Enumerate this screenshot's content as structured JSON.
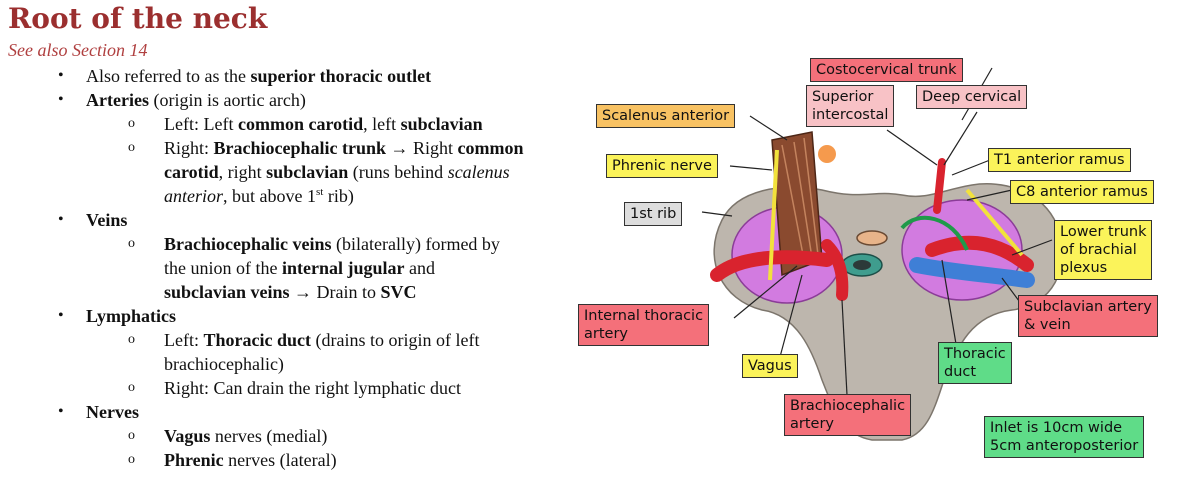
{
  "page": {
    "title": "Root of the neck",
    "subtitle": "See also Section 14"
  },
  "notes": {
    "b1": {
      "pre": "Also referred to as the ",
      "bold": "superior thoracic outlet"
    },
    "b2": {
      "bold": "Arteries",
      "post": " (origin is aortic arch)"
    },
    "b2a": {
      "pre": "Left: Left ",
      "bold1": "common carotid",
      "mid": ", left ",
      "bold2": "subclavian"
    },
    "b2b": {
      "pre": "Right: ",
      "bold1": "Brachiocephalic trunk",
      "mid1": " → Right ",
      "bold2": "common carotid",
      "mid2": ", right ",
      "bold3": "subclavian",
      "mid3": " (runs behind ",
      "ital": "scalenus anterior",
      "mid4": ", but above 1",
      "sup": "st",
      "post": " rib)"
    },
    "b3": {
      "bold": "Veins"
    },
    "b3a": {
      "bold1": "Brachiocephalic veins",
      "mid1": " (bilaterally) formed by the union of the ",
      "bold2": "internal jugular",
      "mid2": " and ",
      "bold3": "subclavian veins",
      "mid3": " → Drain to ",
      "bold4": "SVC"
    },
    "b4": {
      "bold": "Lymphatics"
    },
    "b4a": {
      "pre": "Left: ",
      "bold": "Thoracic duct",
      "post": " (drains to origin of left brachiocephalic)"
    },
    "b4b": {
      "text": "Right: Can drain the right lymphatic duct"
    },
    "b5": {
      "bold": "Nerves"
    },
    "b5a": {
      "bold": "Vagus",
      "post": " nerves (medial)"
    },
    "b5b": {
      "bold": "Phrenic",
      "post": " nerves (lateral)"
    },
    "bullet": "•",
    "sub_bullet": "o"
  },
  "diagram": {
    "labels": {
      "costocervical": "Costocervical trunk",
      "superior_intercostal_1": "Superior",
      "superior_intercostal_2": "intercostal",
      "deep_cervical": "Deep cervical",
      "scalenus_anterior": "Scalenus anterior",
      "phrenic_nerve": "Phrenic nerve",
      "t1_ramus": "T1 anterior ramus",
      "c8_ramus": "C8 anterior ramus",
      "first_rib": "1st rib",
      "lower_trunk_1": "Lower trunk",
      "lower_trunk_2": "of brachial",
      "lower_trunk_3": "plexus",
      "subclavian_1": "Subclavian artery",
      "subclavian_2": "& vein",
      "internal_thoracic_1": "Internal thoracic",
      "internal_thoracic_2": "artery",
      "vagus": "Vagus",
      "thoracic_duct_1": "Thoracic",
      "thoracic_duct_2": "duct",
      "brachiocephalic_1": "Brachiocephalic",
      "brachiocephalic_2": "artery",
      "inlet_1": "Inlet is 10cm wide",
      "inlet_2": "5cm anteroposterior"
    },
    "colors": {
      "artery": "#d9232e",
      "vein": "#3f7fd6",
      "bone": "#bdb6ad",
      "lung": "#d27be0",
      "nerve": "#f2e23c",
      "muscle": "#8a4a2f"
    }
  }
}
